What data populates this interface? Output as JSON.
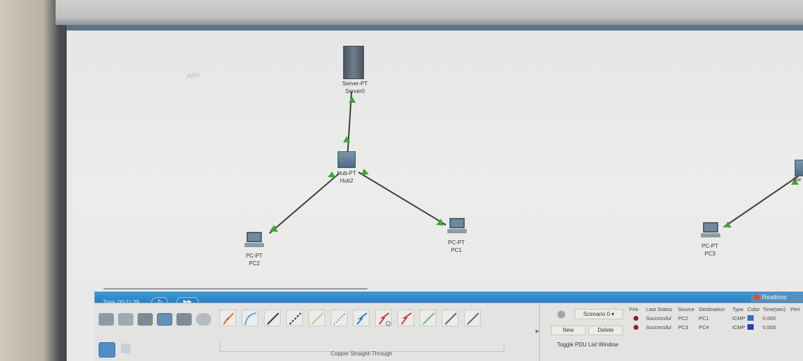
{
  "workspace": {
    "watermark": "ARP",
    "devices": {
      "server0": {
        "type": "Server-PT",
        "name": "Server0"
      },
      "hub2": {
        "type": "Hub-PT",
        "name": "Hub2"
      },
      "pc2": {
        "type": "PC-PT",
        "name": "PC2"
      },
      "pc1": {
        "type": "PC-PT",
        "name": "PC1"
      },
      "pc3": {
        "type": "PC-PT",
        "name": "PC3"
      },
      "partial_switch": {
        "name": "Sw"
      }
    },
    "link_color": "#3c3c3c",
    "link_status_color": "#3aa636"
  },
  "time_bar": {
    "time_text": "Time: 00:11:39",
    "realtime_label": "Realtime",
    "bar_color": "#2f8ccf"
  },
  "device_panel": {
    "categories": [
      "network-devices-icon",
      "end-devices-icon",
      "components-icon",
      "connections-icon",
      "misc-icon",
      "multiuser-cloud-icon"
    ],
    "cables": [
      {
        "name": "auto-connection",
        "color": "#e3672a"
      },
      {
        "name": "console",
        "color": "#5aa4d6"
      },
      {
        "name": "copper-straight-through",
        "color": "#333333"
      },
      {
        "name": "copper-cross-over",
        "color": "#333333"
      },
      {
        "name": "fiber",
        "color": "#d7c37a"
      },
      {
        "name": "phone",
        "color": "#444444"
      },
      {
        "name": "coaxial",
        "color": "#2d7bd6"
      },
      {
        "name": "serial-dce",
        "color": "#d83a3a"
      },
      {
        "name": "serial-dte",
        "color": "#d83a3a"
      },
      {
        "name": "octal",
        "color": "#6bbd6b"
      },
      {
        "name": "iot-custom",
        "color": "#666666"
      },
      {
        "name": "usb",
        "color": "#666666"
      }
    ],
    "selected_cable_caption": "Copper Straight-Through"
  },
  "scenario": {
    "selected": "Scenario 0",
    "new_label": "New",
    "delete_label": "Delete",
    "toggle_label": "Toggle PDU List Window"
  },
  "pdu_list": {
    "headers": [
      "Fire",
      "Last Status",
      "Source",
      "Destination",
      "Type",
      "Color",
      "Time(sec)",
      "Peri"
    ],
    "rows": [
      {
        "status": "Successful",
        "source": "PC2",
        "destination": "PC1",
        "type": "ICMP",
        "color": "#3a6bb8",
        "time": "0.000"
      },
      {
        "status": "Successful",
        "source": "PC3",
        "destination": "PC4",
        "type": "ICMP",
        "color": "#2b3fb0",
        "time": "0.000"
      }
    ]
  }
}
